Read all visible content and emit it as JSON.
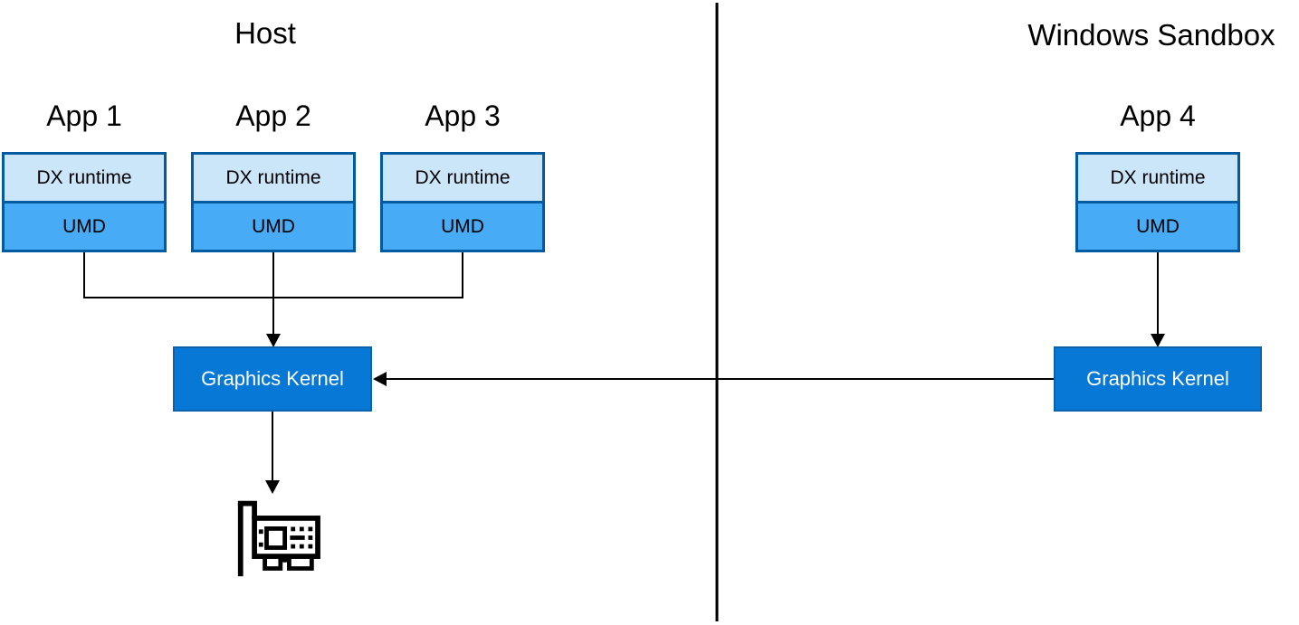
{
  "colors": {
    "dx-fill": "#CBE5F9",
    "umd-fill": "#47ABF5",
    "box-border": "#005BA1",
    "kernel-fill": "#0778D6",
    "kernel-border": "#0B62AA",
    "kernel-text": "#FFFFFF",
    "line": "#000000"
  },
  "host": {
    "title": "Host",
    "apps": [
      {
        "label": "App 1",
        "layers": [
          "DX runtime",
          "UMD"
        ]
      },
      {
        "label": "App 2",
        "layers": [
          "DX runtime",
          "UMD"
        ]
      },
      {
        "label": "App 3",
        "layers": [
          "DX runtime",
          "UMD"
        ]
      }
    ],
    "kernel_label": "Graphics Kernel"
  },
  "sandbox": {
    "title": "Windows Sandbox",
    "apps": [
      {
        "label": "App 4",
        "layers": [
          "DX runtime",
          "UMD"
        ]
      }
    ],
    "kernel_label": "Graphics Kernel"
  },
  "icons": {
    "gpu": "gpu-card-icon"
  }
}
